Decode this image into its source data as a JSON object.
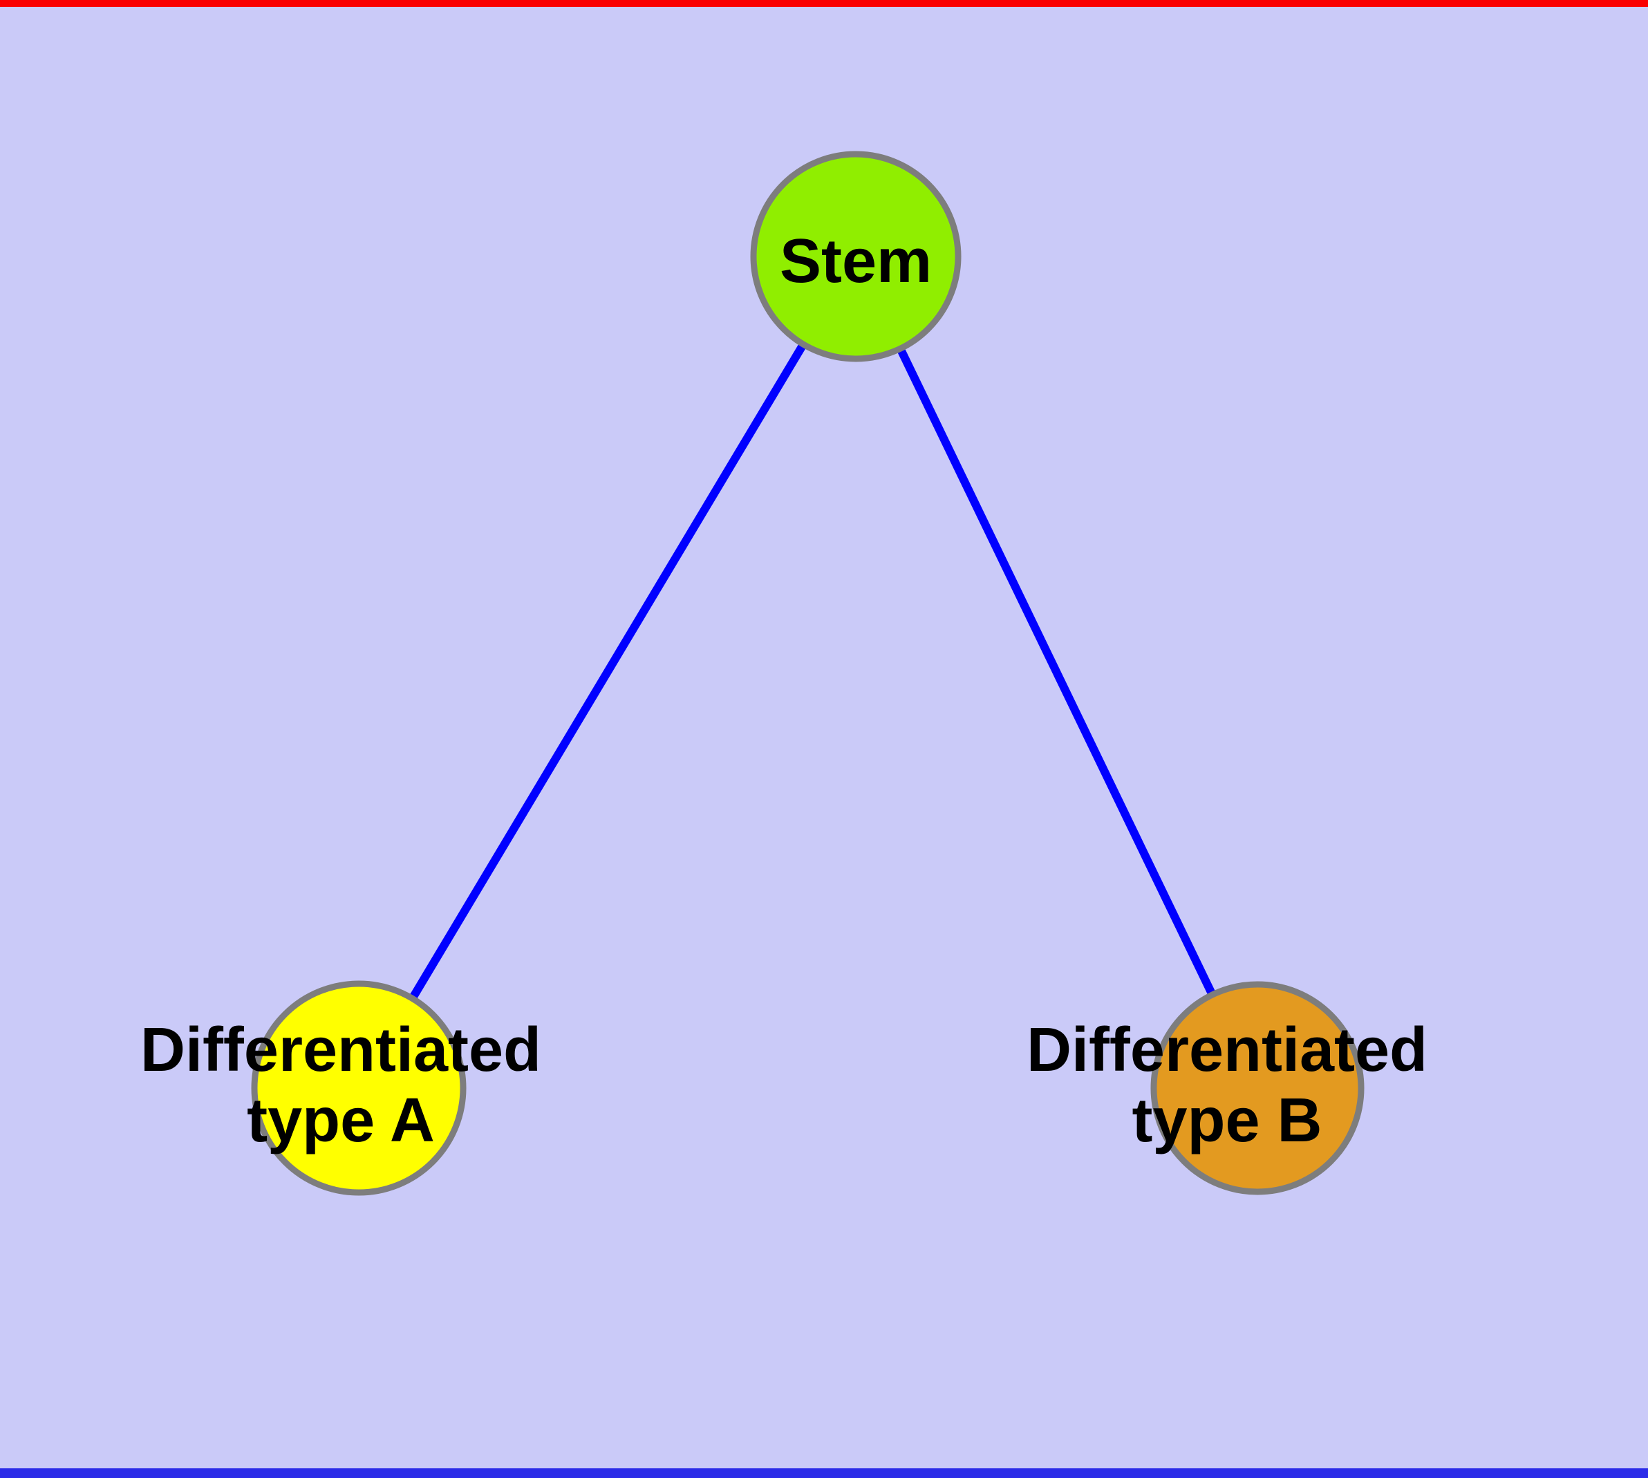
{
  "diagram": {
    "background_color": "#CACAF8",
    "text_color": "#000000",
    "edge_color": "#0000FF",
    "node_border_color": "#7D7D7D",
    "frame": {
      "top_bar_color": "#FA0000",
      "bottom_bar_color": "#2B2BE8"
    },
    "nodes": [
      {
        "id": "stem",
        "color": "#90EE00",
        "lines": [
          "Stem"
        ]
      },
      {
        "id": "differentiated-type-a",
        "color": "#FFFF00",
        "lines": [
          "Differentiated",
          "type A"
        ]
      },
      {
        "id": "differentiated-type-b",
        "color": "#E39A20",
        "lines": [
          "Differentiated",
          "type B"
        ]
      }
    ],
    "edges": [
      {
        "from": "stem",
        "to": "differentiated-type-a"
      },
      {
        "from": "stem",
        "to": "differentiated-type-b"
      }
    ]
  }
}
